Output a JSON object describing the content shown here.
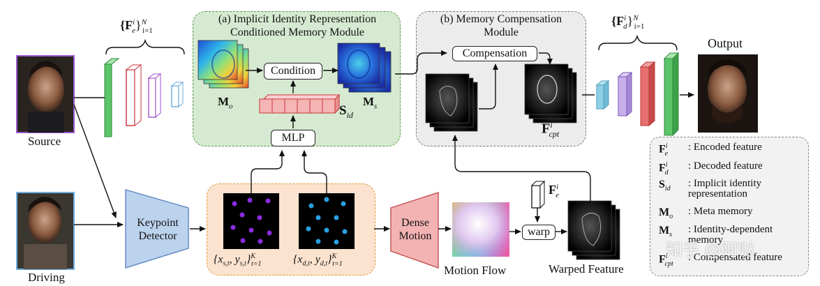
{
  "panel_a": {
    "title_line1": "(a) Implicit Identity Representation",
    "title_line2": "Conditioned Memory Module",
    "condition_label": "Condition",
    "mlp_label": "MLP",
    "mo_label": "M",
    "mo_sub": "o",
    "ms_label": "M",
    "ms_sub": "s",
    "sid_label": "S",
    "sid_sub": "id"
  },
  "panel_b": {
    "title_line1": "(b) Memory Compensation",
    "title_line2": "Module",
    "compensation_label": "Compensation",
    "fcpt_label": "F",
    "fcpt_sup": "i",
    "fcpt_sub": "cpt"
  },
  "encoder": {
    "label": "{F",
    "sup": "i",
    "sub": "e",
    "range": "}",
    "range_sup": "N",
    "range_sub": "i=1"
  },
  "decoder": {
    "label": "{F",
    "sup": "i",
    "sub": "d",
    "range": "}",
    "range_sup": "N",
    "range_sub": "i=1"
  },
  "output_label": "Output",
  "source_label": "Source",
  "driving_label": "Driving",
  "keypoint_detector": {
    "line1": "Keypoint",
    "line2": "Detector"
  },
  "keypoints": {
    "source_formula": "{x",
    "source_sub": "s,t",
    "source_mid": ", y",
    "source_sub2": "s,t",
    "source_end": "}",
    "source_sup": "K",
    "source_range": "t=1",
    "driving_formula": "{x",
    "driving_sub": "d,t",
    "driving_mid": ", y",
    "driving_sub2": "d,t",
    "driving_end": "}",
    "driving_sup": "K",
    "driving_range": "t=1",
    "source_color": "#8b2be2",
    "driving_color": "#2aa0e0"
  },
  "dense_motion": {
    "line1": "Dense",
    "line2": "Motion"
  },
  "motion_flow_label": "Motion Flow",
  "warp_label": "warp",
  "fe_label": "F",
  "fe_sup": "i",
  "fe_sub": "e",
  "warped_feature_label": "Warped Feature",
  "legend": [
    {
      "sym": "F",
      "sup": "i",
      "sub": "e",
      "text": ": Encoded feature"
    },
    {
      "sym": "F",
      "sup": "i",
      "sub": "d",
      "text": ": Decoded feature"
    },
    {
      "sym": "S",
      "sup": "",
      "sub": "id",
      "text": ": Implicit identity representation"
    },
    {
      "sym": "M",
      "sup": "",
      "sub": "o",
      "text": ": Meta memory"
    },
    {
      "sym": "M",
      "sup": "",
      "sub": "s",
      "text": ": Identity-dependent memory"
    },
    {
      "sym": "F",
      "sup": "i",
      "sub": "cpt",
      "text": ": Compensated feature"
    }
  ],
  "watermark": "知乎 @阿哒",
  "colors": {
    "panel_a_fill": "#d6ead1",
    "panel_a_border": "#5a9a4a",
    "panel_b_fill": "#ececec",
    "panel_b_border": "#777777",
    "keypoint_panel_fill": "#fbe3cf",
    "keypoint_panel_border": "#e09a3a",
    "encoder_green": "#5ec46a",
    "encoder_red": "#d9464a",
    "encoder_purple": "#b45fd6",
    "encoder_blue": "#8fc6e6",
    "detector_fill": "#bcd3ee",
    "dense_motion_fill": "#f4b3b3",
    "sid_fill": "#f6b5b5"
  }
}
